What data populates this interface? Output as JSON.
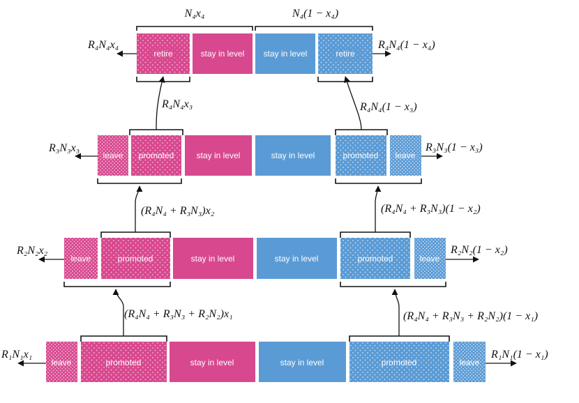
{
  "colors": {
    "magenta": "#d8488f",
    "blue": "#5b9bd5",
    "text_on_box": "#ffffff",
    "ink": "#111111"
  },
  "labels": {
    "leave": "leave",
    "promoted": "promoted",
    "stay": "stay in level",
    "retire": "retire"
  },
  "levels": {
    "level4": {
      "top_left": "N₄x₄",
      "top_right": "N₄(1 − x₄)",
      "out_left": "R₄N₄x₄",
      "out_right": "R₄N₄(1 − x₄)"
    },
    "level3": {
      "up_left": "R₄N₄x₃",
      "up_right": "R₄N₄(1 − x₃)",
      "out_left": "R₃N₃x₃",
      "out_right": "R₃N₃(1 − x₃)"
    },
    "level2": {
      "up_left": "(R₄N₄ + R₃N₃)x₂",
      "up_right": "(R₄N₄ + R₃N₃)(1 − x₂)",
      "out_left": "R₂N₂x₂",
      "out_right": "R₂N₂(1 − x₂)"
    },
    "level1": {
      "up_left": "(R₄N₄ + R₃N₃ + R₂N₂)x₁",
      "up_right": "(R₄N₄ + R₃N₃ + R₂N₂)(1 − x₁)",
      "out_left": "R₁N₁x₁",
      "out_right": "R₁N₁(1 − x₁)"
    }
  }
}
